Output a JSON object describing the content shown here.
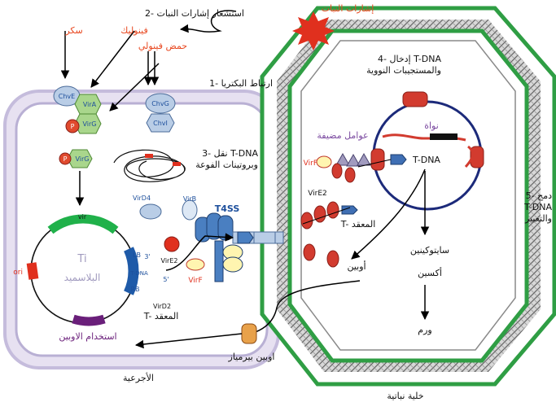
{
  "labels": {
    "step1": "1- ارتباط البكتريا",
    "step2": "2- استشعار إشارات النبات",
    "step3": "3- نقل T-DNA",
    "step3_sub": "وبروتينات الفوعة",
    "step4": "4- إدخال T-DNA",
    "step4_sub": "والمستجيبات النووية",
    "step5_line1": "5- دمج",
    "step5_line2": "T-DNA",
    "step5_line3": "والتعبير",
    "sugar": "سكر",
    "phenolic": "فينوليك",
    "phenolic_acid": "حمض فينولي",
    "plant_signals": "إشارات النبات",
    "nucleus": "نواة",
    "host_factors": "عوامل مضيفة",
    "tdna": "T-DNA",
    "tcomplex": "T- المعقد",
    "cytokinin": "سايتوكينين",
    "auxin": "أكسين",
    "opine": "أوبين",
    "tumor": "ورم",
    "opine_permease": "اوبين بيرمياز",
    "t4ss": "T4SS",
    "vir": "vir",
    "ti": "Ti",
    "plasmid": "البلاسميد",
    "lb": "LB",
    "rb": "RB",
    "three_prime": "3'",
    "five_prime": "5'",
    "ori": "ori",
    "opine_catabolism": "استخدام الاوبين",
    "agrobacterium": "الأجرعية",
    "plant_cell": "خلية نباتية"
  },
  "proteins": {
    "chve": "ChvE",
    "vira": "VirA",
    "virg": "VirG",
    "p": "P",
    "chvg": "ChvG",
    "chvi": "ChvI",
    "vird4": "VirD4",
    "virb": "VirB",
    "vire2": "VirE2",
    "virf": "VirF",
    "vird2": "VirD2"
  },
  "colors": {
    "bacterium_membrane": "#c5bcdc",
    "plant_cell_border": "#2f9e44",
    "signal_red": "#e8471f",
    "vir_region": "#20b14a",
    "tdna_region": "#1e5aa8",
    "opine_region": "#6a1f7a",
    "nucleus_border": "#1c2a7a"
  }
}
